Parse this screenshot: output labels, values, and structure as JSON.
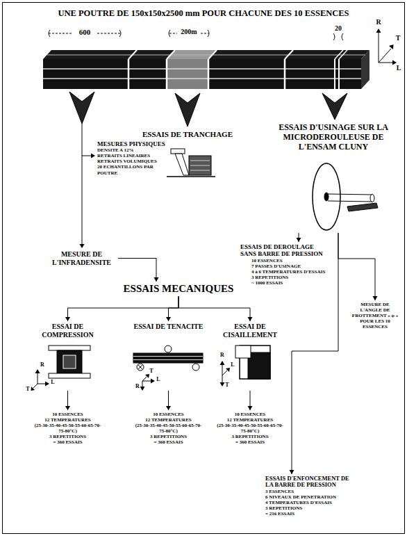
{
  "diagram": {
    "title": "UNE POUTRE DE 150x150x2500 mm POUR CHACUNE DES 10 ESSENCES",
    "nodes": [
      {
        "text": [
          "ESSAIS DE TRANCHAGE"
        ]
      },
      {
        "text": [
          "ESSAIS D'USINAGE SUR LA MICRODEROULEUSE DE L'ENSAM CLUNY"
        ]
      },
      {
        "text": [
          "MESURES PHYSIQUES",
          "DENSITE A 12%",
          "RETRAITS LINEAIRES",
          "RETRAITS VOLUMIQUES",
          "20 ECHANTILLONS PAR POUTRE"
        ]
      },
      {
        "text": [
          "MESURE DE L'INFRADENSITE"
        ]
      },
      {
        "text": [
          "ESSAIS MECANIQUES"
        ]
      },
      {
        "text": [
          "ESSAI DE COMPRESSION"
        ]
      },
      {
        "text": [
          "ESSAI DE TENACITE"
        ]
      },
      {
        "text": [
          "ESSAI DE CISAILLEMENT"
        ]
      },
      {
        "text": [
          "10 ESSENCES",
          "12 TEMPERATURES",
          "(25-30-35-40-45-50-55-60-65-70-75-80°C)",
          "3 REPETITIONS",
          "= 360 ESSAIS"
        ]
      },
      {
        "text": [
          "10 ESSENCES",
          "12 TEMPERATURES",
          "(25-30-35-40-45-50-55-60-65-70-75-80°C)",
          "3 REPETITIONS",
          "= 360 ESSAIS"
        ]
      },
      {
        "text": [
          "10 ESSENCES",
          "12 TEMPERATURES",
          "(25-30-35-40-45-50-55-60-65-70-75-80°C)",
          "3 REPETITIONS",
          "= 360 ESSAIS"
        ]
      },
      {
        "text": [
          "ESSAIS DE DEROULAGE SANS BARRE DE PRESSION",
          "10 ESSENCES",
          "7 PASSES D'USINAGE",
          "4 à 6 TEMPERATURES D'ESSAIS",
          "3 REPETITIONS",
          "~ 1000 ESSAIS"
        ]
      },
      {
        "text": [
          "MESURE DE L'ANGLE DE FROTTEMENT « φ » POUR LES 10 ESSENCES"
        ]
      },
      {
        "text": [
          "ESSAIS D'ENFONCEMENT DE LA BARRE DE PRESSION",
          "3 ESSENCES",
          "6 NIVEAUX DE PENETRATION",
          "4 TEMPERATURES D'ESSAIS",
          "3 REPETITIONS",
          "= 216 ESSAIS"
        ]
      }
    ],
    "edges": [
      {
        "from": 3,
        "to": 4,
        "arrow": "to"
      },
      {
        "from": 4,
        "to": 5,
        "arrow": "to"
      },
      {
        "from": 4,
        "to": 6,
        "arrow": "to"
      },
      {
        "from": 4,
        "to": 7,
        "arrow": "to"
      },
      {
        "from": 5,
        "to": 8,
        "arrow": "to"
      },
      {
        "from": 6,
        "to": 9,
        "arrow": "to"
      },
      {
        "from": 7,
        "to": 10,
        "arrow": "to"
      },
      {
        "from": 1,
        "to": 11,
        "arrow": "to"
      },
      {
        "from": 1,
        "to": 12,
        "arrow": "to"
      },
      {
        "from": 1,
        "to": 13,
        "arrow": "to"
      }
    ],
    "labels": [
      "600",
      "200m",
      "20",
      "R",
      "T",
      "L",
      "R",
      "L",
      "T",
      "L",
      "T",
      "R",
      "R",
      "L",
      "T"
    ]
  }
}
